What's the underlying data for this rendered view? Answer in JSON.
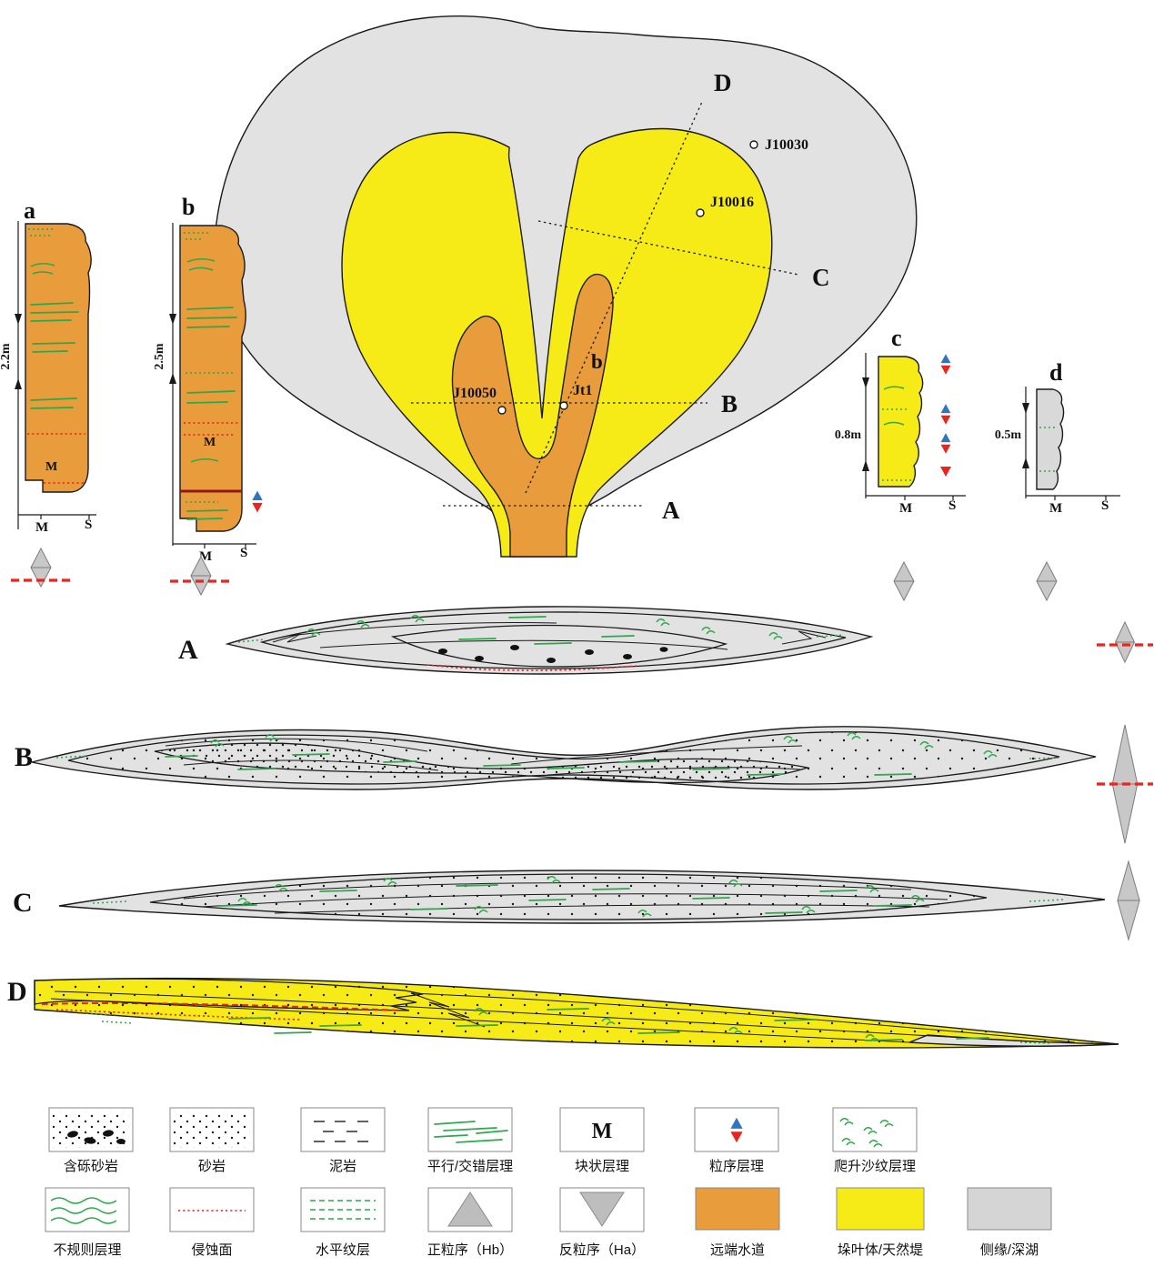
{
  "map": {
    "section_labels": {
      "A": "A",
      "B": "B",
      "C": "C",
      "D": "D"
    },
    "wells": [
      {
        "id": "J10030"
      },
      {
        "id": "J10016"
      },
      {
        "id": "J10050"
      },
      {
        "id": "Jt1"
      }
    ],
    "channel_label": "b"
  },
  "columns": {
    "a": {
      "label": "a",
      "scale": "2.2m",
      "facies_label": "M",
      "axis_m": "M",
      "axis_s": "S"
    },
    "b": {
      "label": "b",
      "scale": "2.5m",
      "facies_label": "M",
      "axis_m": "M",
      "axis_s": "S"
    },
    "c": {
      "label": "c",
      "scale": "0.8m",
      "axis_m": "M",
      "axis_s": "S"
    },
    "d": {
      "label": "d",
      "scale": "0.5m",
      "axis_m": "M",
      "axis_s": "S"
    }
  },
  "sections": {
    "A": {
      "label": "A"
    },
    "B": {
      "label": "B"
    },
    "C": {
      "label": "C"
    },
    "D": {
      "label": "D"
    }
  },
  "legend": {
    "row1": [
      {
        "name": "pebbly-sandstone",
        "label": "含砾砂岩"
      },
      {
        "name": "sandstone",
        "label": "砂岩"
      },
      {
        "name": "mudstone",
        "label": "泥岩"
      },
      {
        "name": "parallel-cross-bedding",
        "label": "平行/交错层理"
      },
      {
        "name": "massive-bedding",
        "label": "块状层理",
        "symbol": "M"
      },
      {
        "name": "graded-bedding",
        "label": "粒序层理"
      },
      {
        "name": "climbing-ripple-lamination",
        "label": "爬升沙纹层理"
      }
    ],
    "row2": [
      {
        "name": "irregular-bedding",
        "label": "不规则层理"
      },
      {
        "name": "erosion-surface",
        "label": "侵蚀面"
      },
      {
        "name": "horizontal-lamination",
        "label": "水平纹层"
      },
      {
        "name": "normal-grading-hb",
        "label": "正粒序（Hb）"
      },
      {
        "name": "reverse-grading-ha",
        "label": "反粒序（Ha）"
      },
      {
        "name": "distal-channel",
        "label": "远端水道"
      },
      {
        "name": "lobe-levee",
        "label": "垛叶体/天然堤"
      },
      {
        "name": "margin-deep-lake",
        "label": "侧缘/深湖"
      }
    ]
  },
  "colors": {
    "distal_channel_orange": "#E99C3C",
    "lobe_yellow": "#F6EB16",
    "margin_gray": "#E2E2E2",
    "bedding_green": "#2DA84A",
    "erosion_red": "#E8251E",
    "grading_blue": "#2E75C6"
  }
}
